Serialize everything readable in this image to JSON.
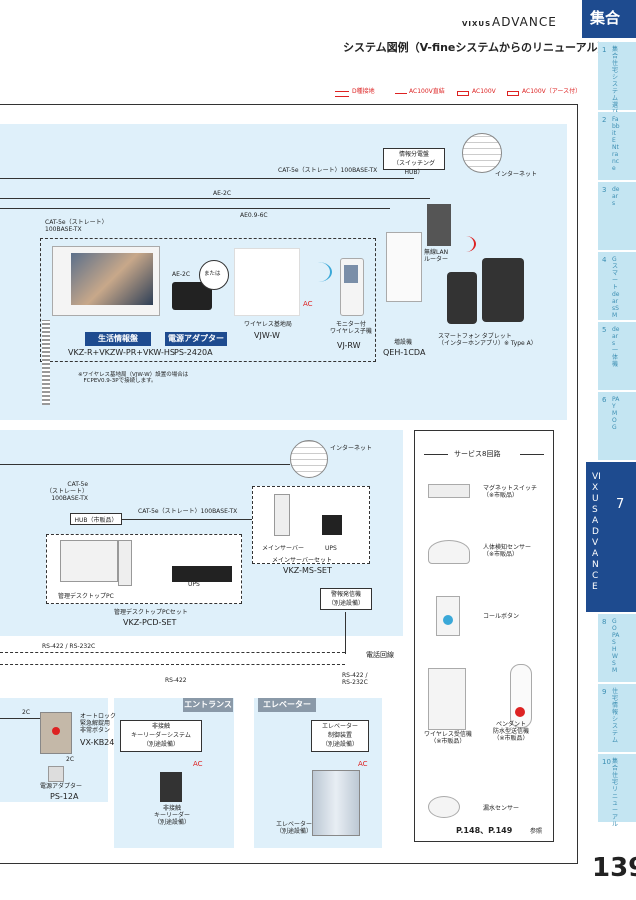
{
  "header": {
    "brand_prefix": "VIXUS",
    "brand": "ADVANCE",
    "section": "集合",
    "subtitle": "システム図例（V-fineシステムからのリニューアル）"
  },
  "legend": {
    "items": [
      "D種接地",
      "AC100V直結",
      "AC100V",
      "AC100V（アース付）"
    ]
  },
  "side_tabs": [
    {
      "num": "1",
      "text": "集合住宅システム選び方ガイド",
      "active": false
    },
    {
      "num": "2",
      "text": "Fabbit ENtrance",
      "active": false
    },
    {
      "num": "3",
      "text": "dears",
      "active": false
    },
    {
      "num": "4",
      "text": "GスマートdearsSM",
      "active": false
    },
    {
      "num": "5",
      "text": "dears一体機",
      "active": false
    },
    {
      "num": "6",
      "text": "PAYMOG",
      "active": false
    },
    {
      "num": "7",
      "text": "VIXUS ADVANCE",
      "active": true
    },
    {
      "num": "8",
      "text": "GOPASH WSM",
      "active": false
    },
    {
      "num": "9",
      "text": "住宅情報システム",
      "active": false
    },
    {
      "num": "10",
      "text": "集合住宅リニューアル",
      "active": false
    }
  ],
  "top_section": {
    "hub_label": "情報分電盤\n（スイッチングHUB）",
    "internet": "インターネット",
    "cat5e_1": "CAT-5e（ストレート）100BASE-TX",
    "ae2c": "AE-2C",
    "ae096c": "AE0.9-6C",
    "cat5e_left": "CAT-5e（ストレート）\n100BASE-TX",
    "ae2c_small": "AE-2C",
    "or": "または",
    "lan_router": "無線LAN\nルーター",
    "ac": "AC",
    "wireless_base": "ワイヤレス基地局",
    "wireless_base_model": "VJW-W",
    "monitor_label": "モニター付\nワイヤレス子機",
    "monitor_model": "VJ-RW",
    "intercom_label": "増設機",
    "intercom_model": "QEH-1CDA",
    "smartphone_label": "スマートフォン  タブレット\n（インターホンアプリ）※ Type A）",
    "living_panel": "生活情報盤",
    "living_model": "VKZ-R+VKZW-PR+VKW-HS",
    "adapter": "電源アダプター",
    "adapter_model": "PS-2420A",
    "note": "※ワイヤレス基地局（VJW-W）設置の場合は\n　FCPEV0.9-3Pで接続します。"
  },
  "middle_section": {
    "internet": "インターネット",
    "cat5e": "CAT-5e\n（ストレート）\n100BASE-TX",
    "hub": "HUB（市販品）",
    "cat5e_2": "CAT-5e（ストレート）100BASE-TX",
    "main_server": "メインサーバー",
    "ups": "UPS",
    "server_set_label": "メインサーバーセット",
    "server_set_model": "VKZ-MS-SET",
    "desktop_pc": "管理デスクトップPC",
    "ups2": "UPS",
    "pc_set_label": "管理デスクトップPCセット",
    "pc_set_model": "VKZ-PCD-SET",
    "alarm": "警報発信機\n（別途設備）",
    "rs": "RS-422 / RS-232C",
    "phone_line": "電話回線"
  },
  "bottom_section": {
    "rs422": "RS-422",
    "rs422_232": "RS-422 /\nRS-232C",
    "entrance": "エントランス",
    "elevator": "エレベーター",
    "c2": "2C",
    "c2b": "2C",
    "autolock": "オートロック\n緊急解錠用\n非常ボタン",
    "autolock_model": "VX-KB24",
    "adapter": "電源アダプター",
    "adapter_model": "PS-12A",
    "keyless": "非接触\nキーリーダーシステム\n（別途設備）",
    "keyreader": "非接触\nキーリーダー\n（別途設備）",
    "elevator_ctrl": "エレベーター\n制御装置\n（別途設備）",
    "elevator_car": "エレベーター\n（別途設備）",
    "ac": "AC"
  },
  "service": {
    "title": "サービス8回路",
    "items": [
      {
        "name": "マグネットスイッチ\n（※市販品）"
      },
      {
        "name": "人体検知センサー\n（※市販品）"
      },
      {
        "name": "コールボタン"
      },
      {
        "name": "ワイヤレス受信機\n（※市販品）"
      },
      {
        "name": "ペンダント\n防水型送信機\n（※市販品）"
      },
      {
        "name": "漏水センサー"
      }
    ],
    "ref": "P.148、P.149",
    "ref_suffix": "参照"
  },
  "page_number": "139",
  "colors": {
    "tab_active": "#1e4b8f",
    "tab": "#c4e5f2",
    "panel": "#dff0fa",
    "accent": "#1e4b8f",
    "red": "#d22222"
  }
}
